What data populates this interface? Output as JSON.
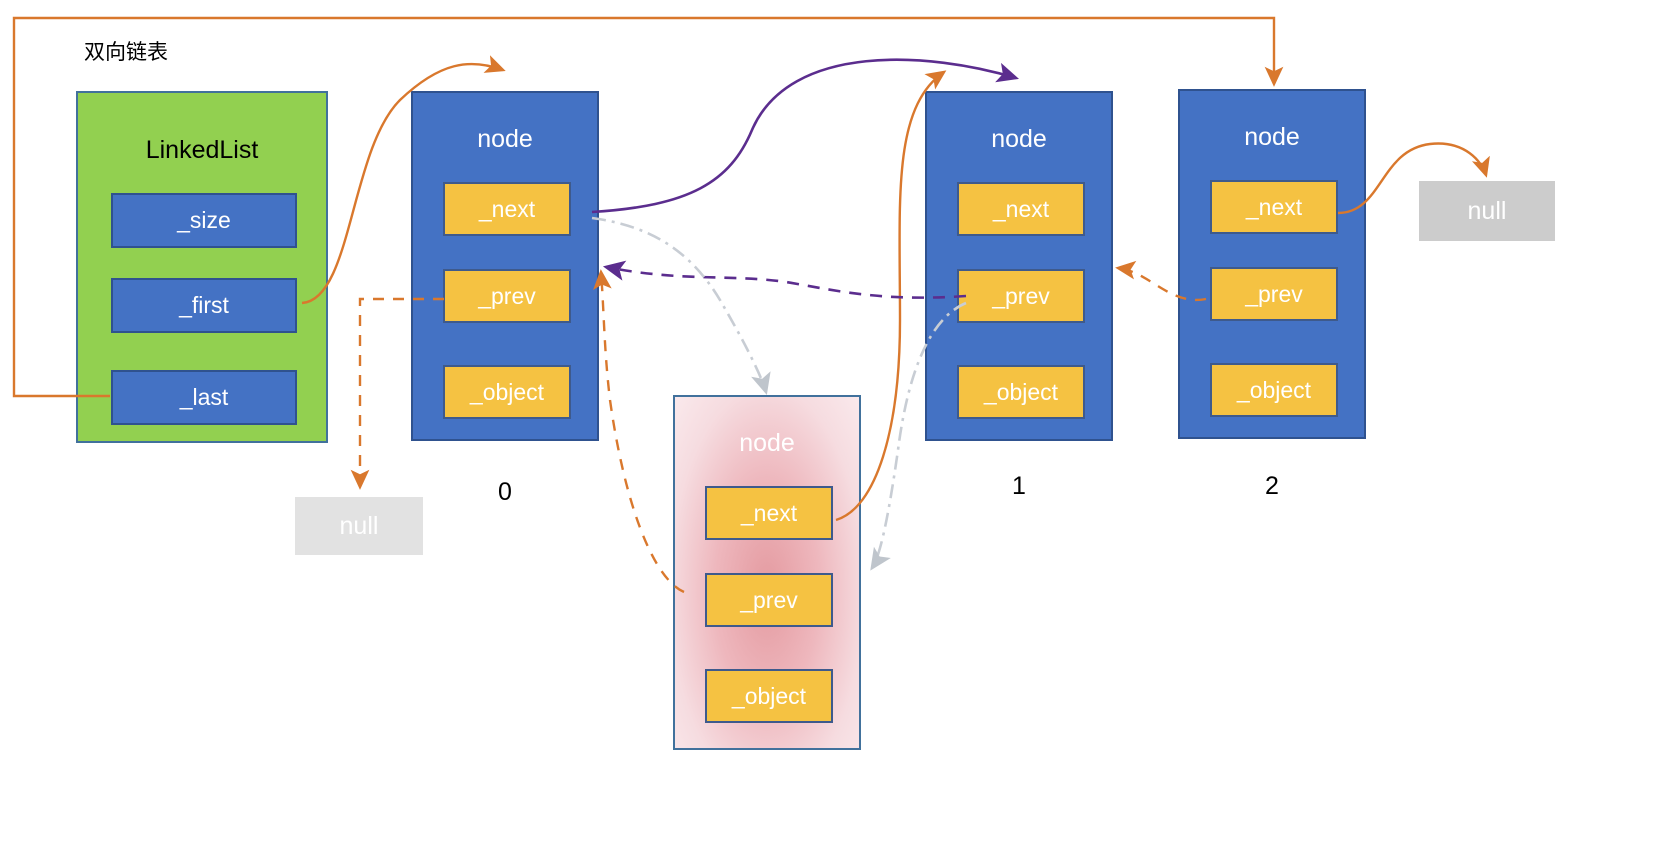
{
  "diagram": {
    "title": "双向链表",
    "colors": {
      "container_green": "#92d050",
      "node_blue": "#4472c4",
      "field_yellow": "#f5c242",
      "pending_pink": "#eeb7bd",
      "null_gray": "#cfcfcf",
      "arrow_orange": "#d9782d",
      "arrow_purple": "#5b2d8e",
      "arrow_gray": "#c8cdd4",
      "border_blue": "#2f528f"
    }
  },
  "linkedlist": {
    "title": "LinkedList",
    "fields": [
      {
        "label": "_size"
      },
      {
        "label": "_first"
      },
      {
        "label": "_last"
      }
    ]
  },
  "nodes": [
    {
      "title": "node",
      "index_label": "0",
      "fields": [
        {
          "label": "_next"
        },
        {
          "label": "_prev"
        },
        {
          "label": "_object"
        }
      ]
    },
    {
      "title": "node",
      "index_label": "1",
      "fields": [
        {
          "label": "_next"
        },
        {
          "label": "_prev"
        },
        {
          "label": "_object"
        }
      ]
    },
    {
      "title": "node",
      "index_label": "2",
      "fields": [
        {
          "label": "_next"
        },
        {
          "label": "_prev"
        },
        {
          "label": "_object"
        }
      ]
    }
  ],
  "pending_node": {
    "title": "node",
    "fields": [
      {
        "label": "_next"
      },
      {
        "label": "_prev"
      },
      {
        "label": "_object"
      }
    ]
  },
  "null_boxes": [
    {
      "label": "null"
    },
    {
      "label": "null"
    }
  ]
}
